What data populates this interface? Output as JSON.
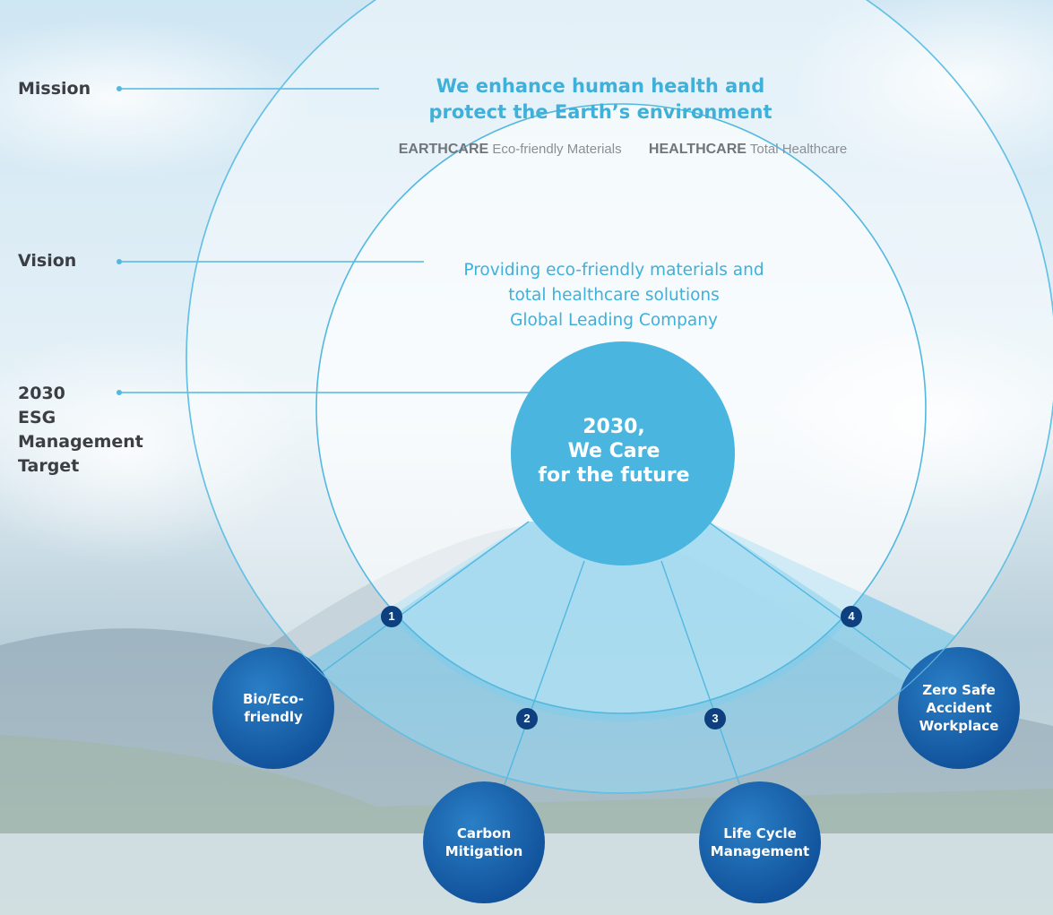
{
  "labels": {
    "mission": [
      "Mission"
    ],
    "vision": [
      "Vision"
    ],
    "target": [
      "2030",
      "ESG",
      "Management",
      "Target"
    ]
  },
  "mission_statement": [
    "We enhance human health and",
    "protect the Earth’s environment"
  ],
  "brands": {
    "earthcare_name": "EARTHCARE",
    "earthcare_desc": "Eco-friendly Materials",
    "healthcare_name": "HEALTHCARE",
    "healthcare_desc": "Total Healthcare"
  },
  "vision_statement": [
    "Providing eco-friendly materials and",
    "total healthcare solutions",
    "Global Leading Company"
  ],
  "target_statement": [
    "2030,",
    "We Care",
    "for the future"
  ],
  "pillars": [
    {
      "number": "1",
      "label": [
        "Bio/Eco-",
        "friendly"
      ]
    },
    {
      "number": "2",
      "label": [
        "Carbon",
        "Mitigation"
      ]
    },
    {
      "number": "3",
      "label": [
        "Life Cycle",
        "Management"
      ]
    },
    {
      "number": "4",
      "label": [
        "Zero Safe",
        "Accident",
        "Workplace"
      ]
    }
  ],
  "colors": {
    "accent": "#3eb0d9",
    "center_circle": "#4ab6e0",
    "pillar_circle": "#1a66b0",
    "badge": "#0e3f7e",
    "line": "#52b8e0"
  }
}
